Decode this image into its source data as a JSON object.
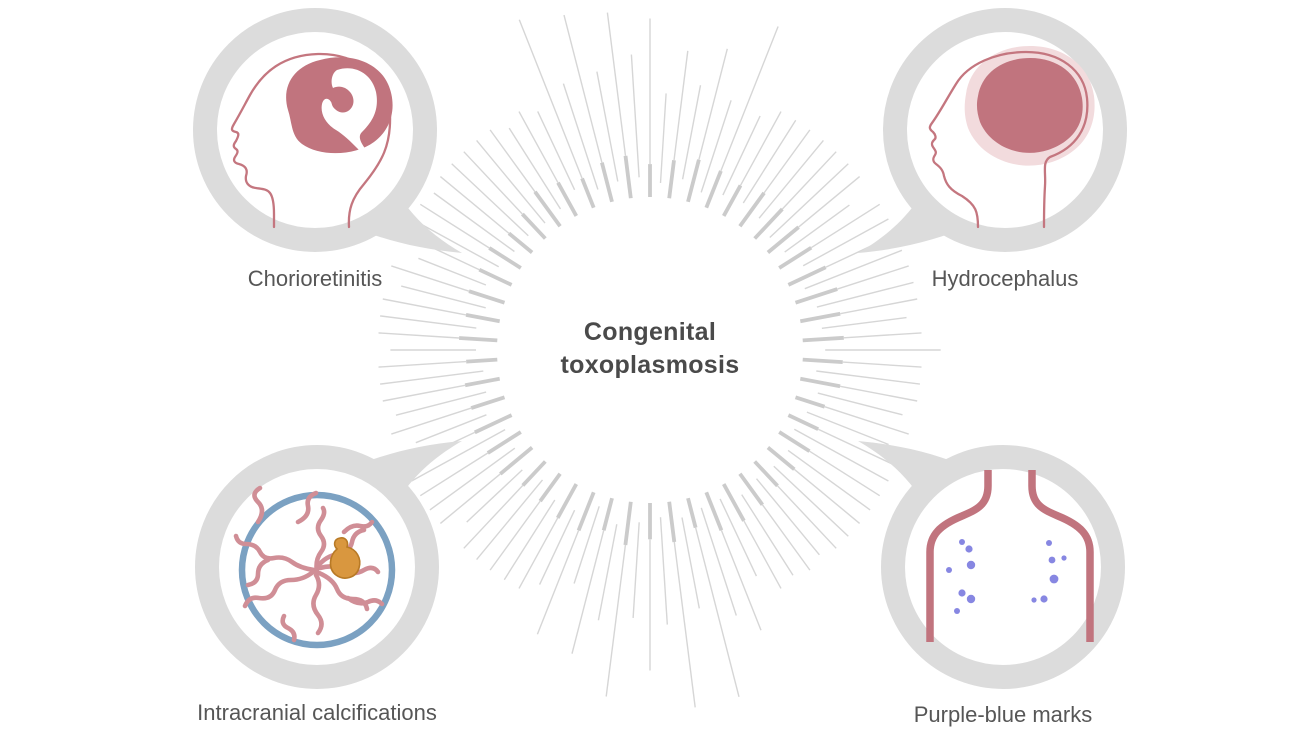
{
  "diagram": {
    "title_line1": "Congenital",
    "title_line2": "toxoplasmosis"
  },
  "callouts": [
    {
      "label": "Chorioretinitis",
      "icon": "head-profile-affected-brain-icon"
    },
    {
      "label": "Hydrocephalus",
      "icon": "head-profile-enlarged-brain-icon"
    },
    {
      "label": "Intracranial calcifications",
      "icon": "neuron-calcification-icon"
    },
    {
      "label": "Purple-blue marks",
      "icon": "torso-purple-marks-icon"
    }
  ],
  "colors": {
    "ray": "#d6d6d6",
    "rayDark": "#cbcbcb",
    "ring": "#dcdcdc",
    "rose": "#c4767f",
    "roseFill": "#c1747e",
    "halo": "#f2dbdd",
    "blue": "#7ba1c2",
    "squiggle": "#d08e96",
    "orange": "#d9973f",
    "orangeEdge": "#b87a26",
    "purple": "#8787e2",
    "label": "#565656",
    "title": "#4a4a4a"
  }
}
